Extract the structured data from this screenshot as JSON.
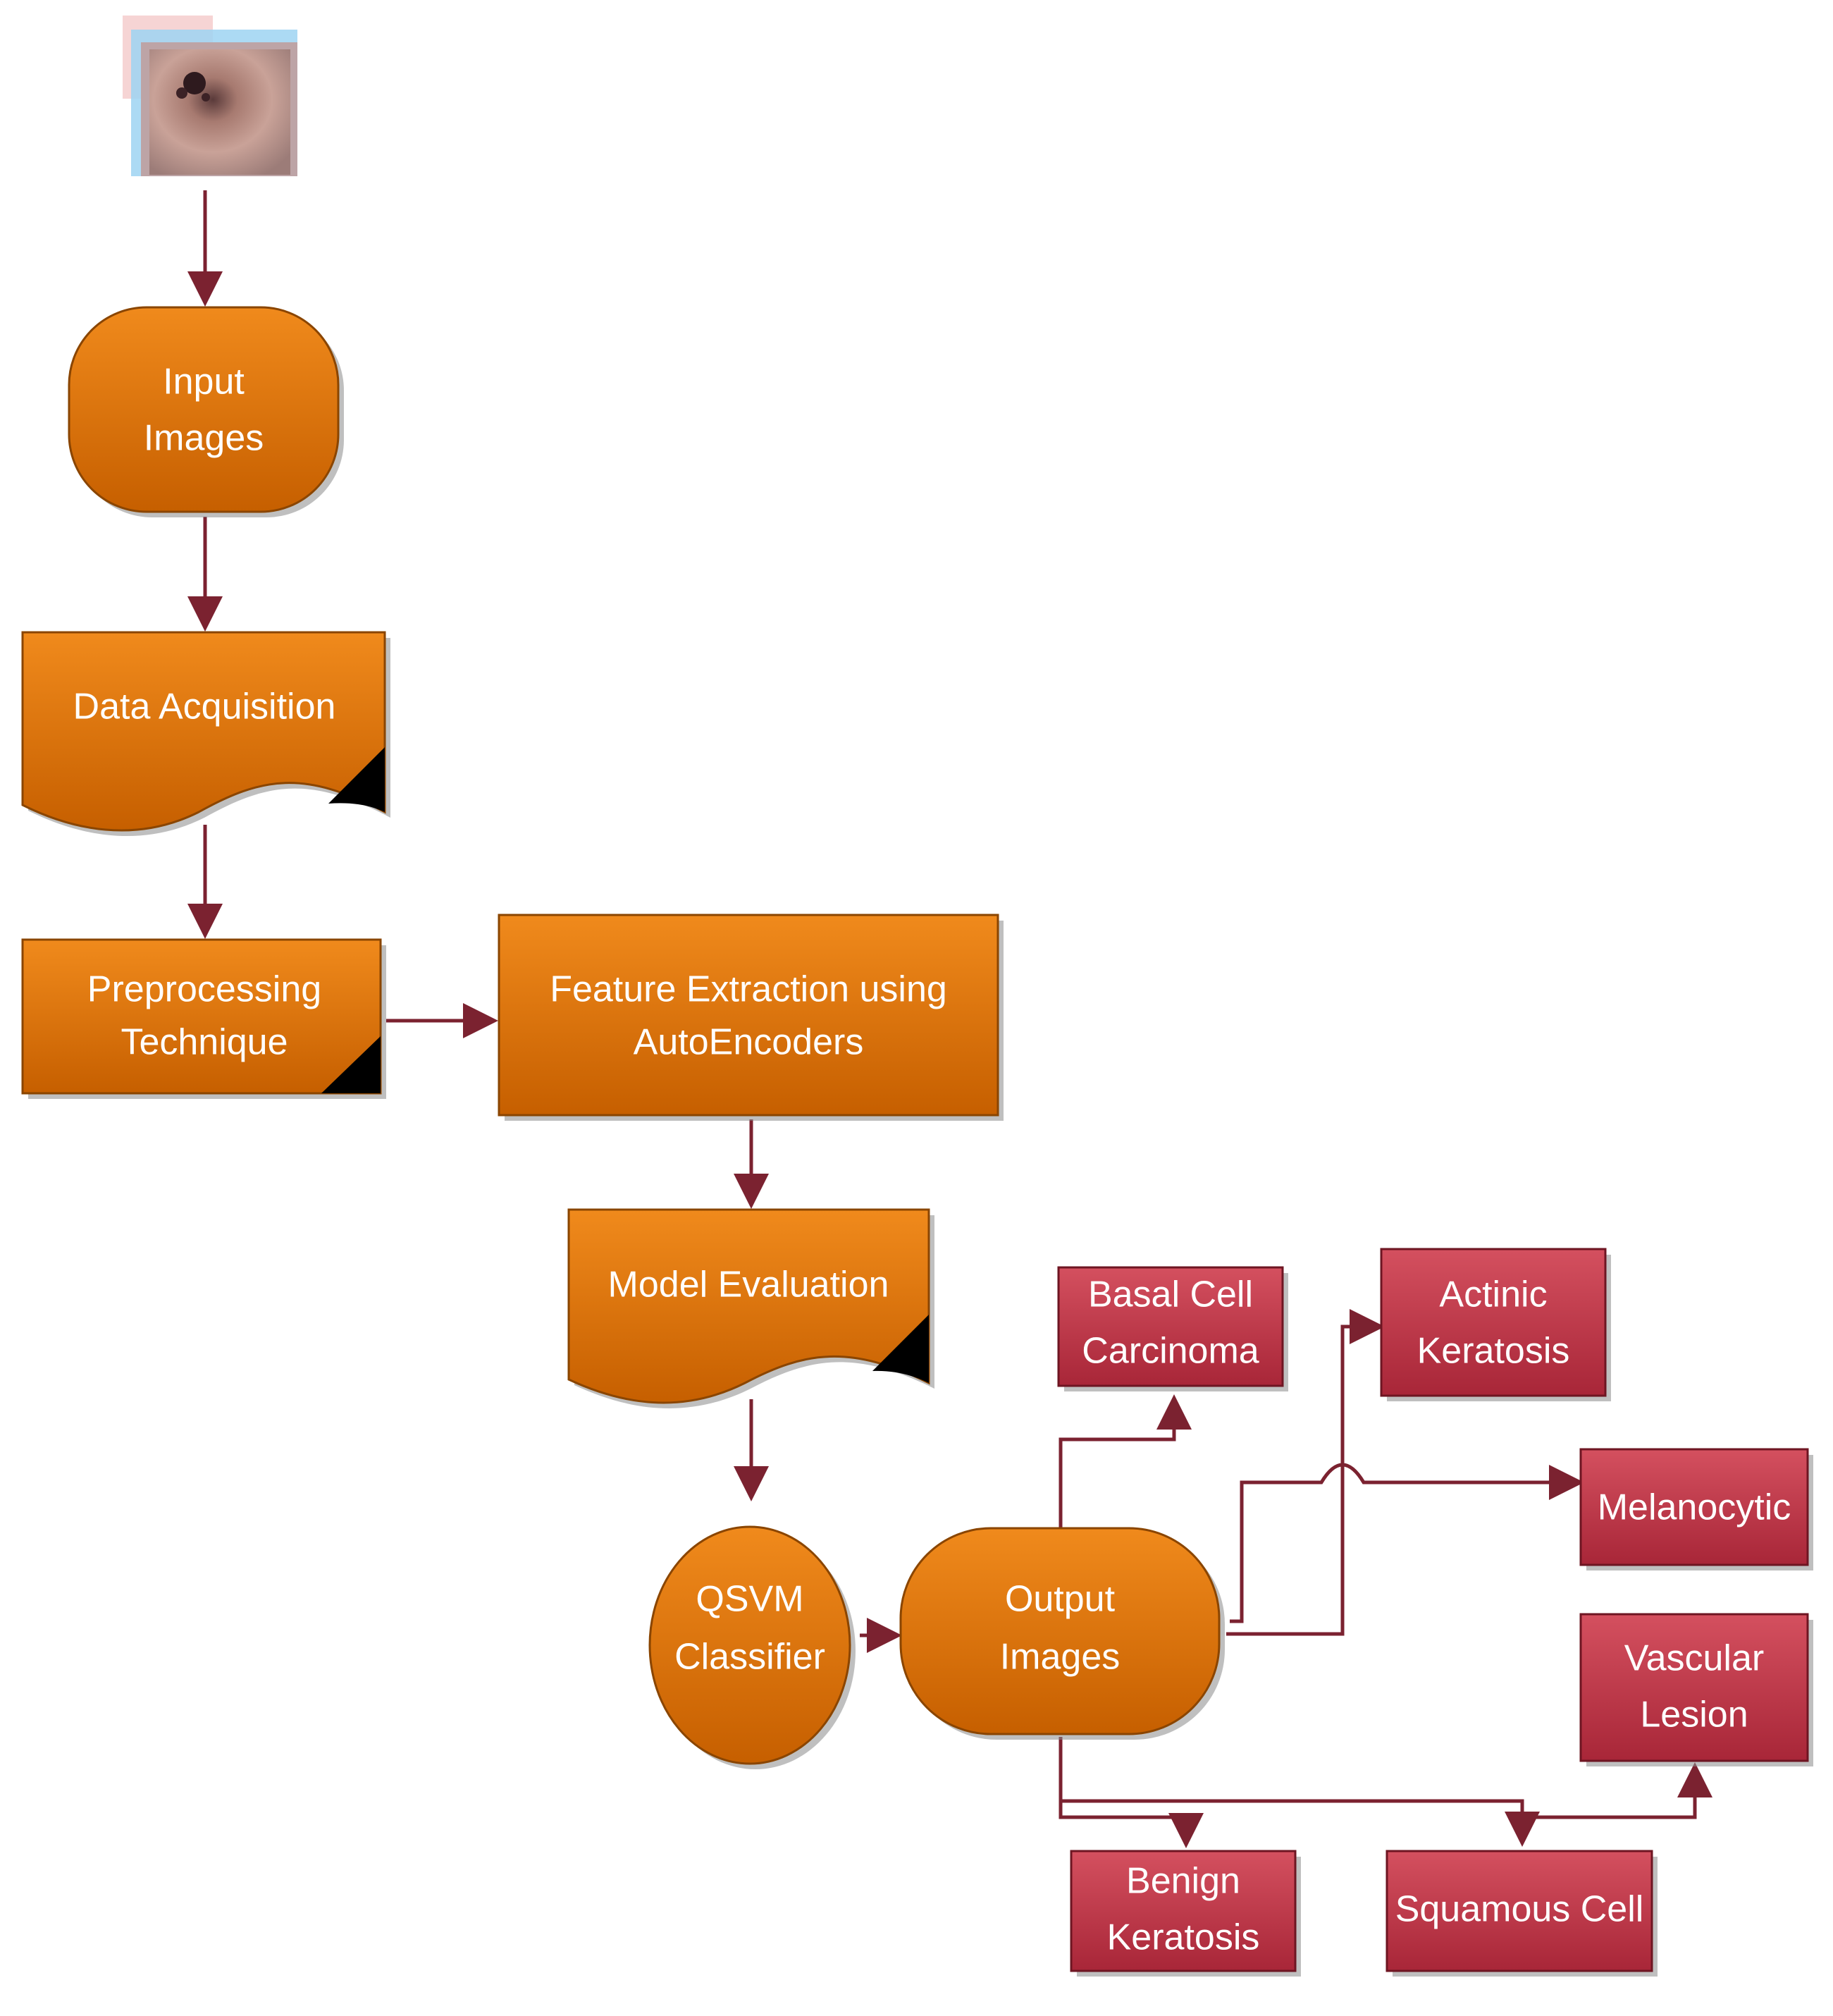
{
  "nodes": {
    "input_images": [
      "Input",
      "Images"
    ],
    "data_acquisition": [
      "Data Acquisition"
    ],
    "preprocessing": [
      "Preprocessing",
      "Technique"
    ],
    "feature_extraction": [
      "Feature Extraction using",
      "AutoEncoders"
    ],
    "model_evaluation": [
      "Model Evaluation"
    ],
    "qsvm": [
      "QSVM",
      "Classifier"
    ],
    "output_images": [
      "Output",
      "Images"
    ]
  },
  "classes": {
    "basal_cell": [
      "Basal Cell",
      "Carcinoma"
    ],
    "actinic": [
      "Actinic",
      "Keratosis"
    ],
    "melanocytic": [
      "Melanocytic"
    ],
    "vascular": [
      "Vascular",
      "Lesion"
    ],
    "benign": [
      "Benign",
      "Keratosis"
    ],
    "squamous": [
      "Squamous Cell"
    ]
  },
  "colors": {
    "orange_top": "#f08a1c",
    "orange_bottom": "#c65f00",
    "red_top": "#d4505f",
    "red_bottom": "#a82638",
    "connector": "#7b2230"
  }
}
